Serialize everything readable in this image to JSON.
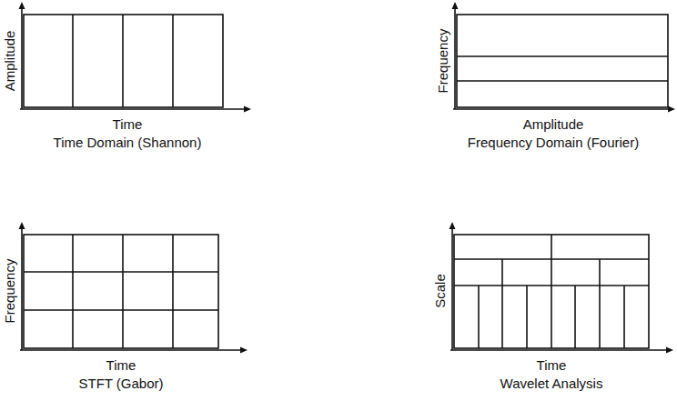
{
  "diagram": {
    "labels": [
      "Amplitude",
      "Time",
      "Time Domain (Shannon)",
      "Frequency",
      "Amplitude",
      "Frequency Domain (Fourier)",
      "Frequency",
      "Time",
      "STFT (Gabor)",
      "Scale",
      "Time",
      "Wavelet Analysis"
    ]
  }
}
